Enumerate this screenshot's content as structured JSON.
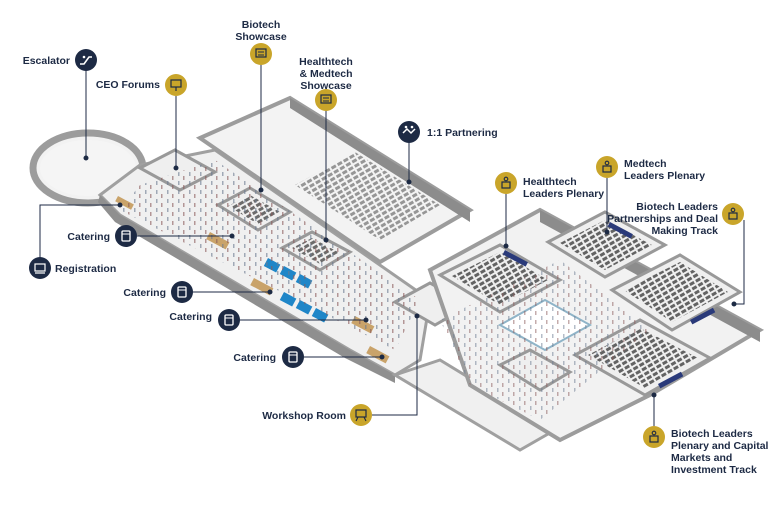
{
  "colors": {
    "navy": "#1d2a44",
    "gold": "#c9a52a",
    "wall": "#9c9c9c",
    "floor": "#f0f0f0",
    "seat": "#4a4a4a",
    "blue_booth": "#1f86c8"
  },
  "labels": {
    "escalator": "Escalator",
    "ceo_forums": "CEO Forums",
    "biotech_showcase": [
      "Biotech",
      "Showcase"
    ],
    "healthtech_medtech_showcase": [
      "Healthtech",
      "& Medtech",
      "Showcase"
    ],
    "partnering": "1:1 Partnering",
    "healthtech_leaders_plenary": [
      "Healthtech",
      "Leaders Plenary"
    ],
    "medtech_leaders_plenary": [
      "Medtech",
      "Leaders Plenary"
    ],
    "biotech_partnerships": [
      "Biotech Leaders",
      "Partnerships and Deal",
      "Making Track"
    ],
    "catering": "Catering",
    "registration": "Registration",
    "workshop_room": "Workshop Room",
    "biotech_capital_markets": [
      "Biotech Leaders",
      "Plenary and Capital",
      "Markets and",
      "Investment Track"
    ]
  },
  "icons": {
    "escalator": "escalator-icon",
    "ceo_forums": "presentation-icon",
    "biotech_showcase": "showcase-icon",
    "healthtech_medtech_showcase": "showcase-icon",
    "partnering": "handshake-icon",
    "healthtech_leaders_plenary": "podium-icon",
    "medtech_leaders_plenary": "podium-icon",
    "biotech_partnerships": "podium-icon",
    "catering": "cup-icon",
    "registration": "registration-icon",
    "workshop_room": "workshop-icon",
    "biotech_capital_markets": "podium-icon"
  }
}
